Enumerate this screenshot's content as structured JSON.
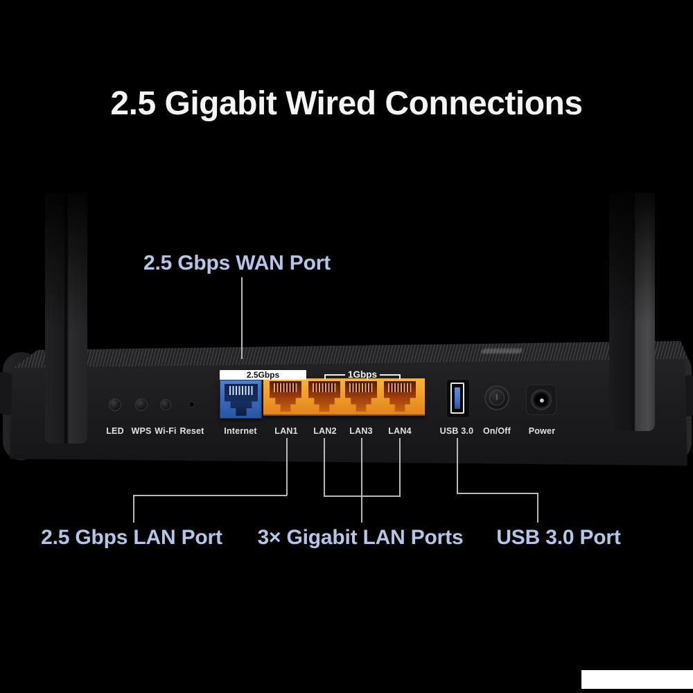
{
  "title": "2.5 Gigabit Wired Connections",
  "callouts": {
    "wan": "2.5 Gbps WAN Port",
    "lan25": "2.5 Gbps LAN Port",
    "gigabit": "3× Gigabit LAN Ports",
    "usb": "USB 3.0 Port"
  },
  "back_panel": {
    "wan_speed_badge": "2.5Gbps",
    "lan_speed_bracket": "1Gbps",
    "controls": [
      "LED",
      "WPS",
      "Wi-Fi",
      "Reset",
      "Internet",
      "LAN1",
      "LAN2",
      "LAN3",
      "LAN4",
      "USB 3.0",
      "On/Off",
      "Power"
    ]
  },
  "colors": {
    "background": "#000000",
    "title_text": "#f4f4f4",
    "accent_label": "#b6c4e8",
    "callout_line": "#b9b9b9",
    "wan_port_blue": "#3a6fc0",
    "lan_port_orange": "#f2a42c",
    "usb_tongue_blue": "#4571cc",
    "speed_badge_bg": "#ffffff",
    "speed_badge_text": "#111111"
  }
}
